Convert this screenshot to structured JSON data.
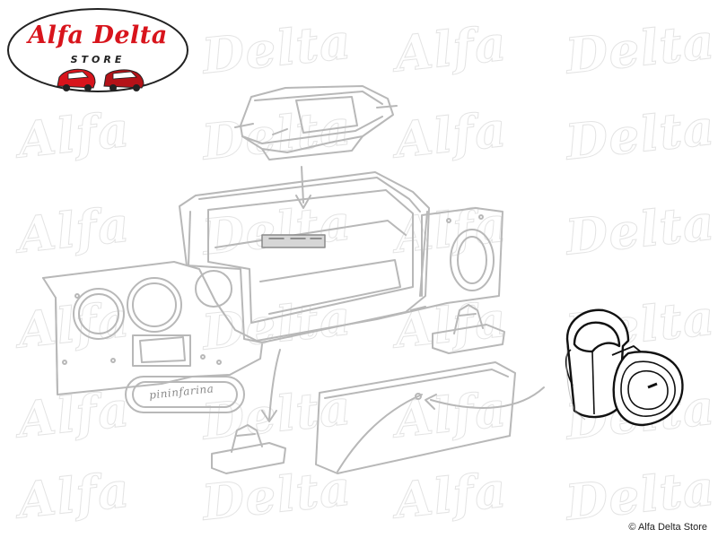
{
  "logo": {
    "title": "Alfa Delta",
    "subtitle": "STORE"
  },
  "watermark": {
    "word_a": "Alfa",
    "word_b": "Delta"
  },
  "diagram": {
    "plate_script": "pininfarina"
  },
  "copyright": "© Alfa Delta Store"
}
